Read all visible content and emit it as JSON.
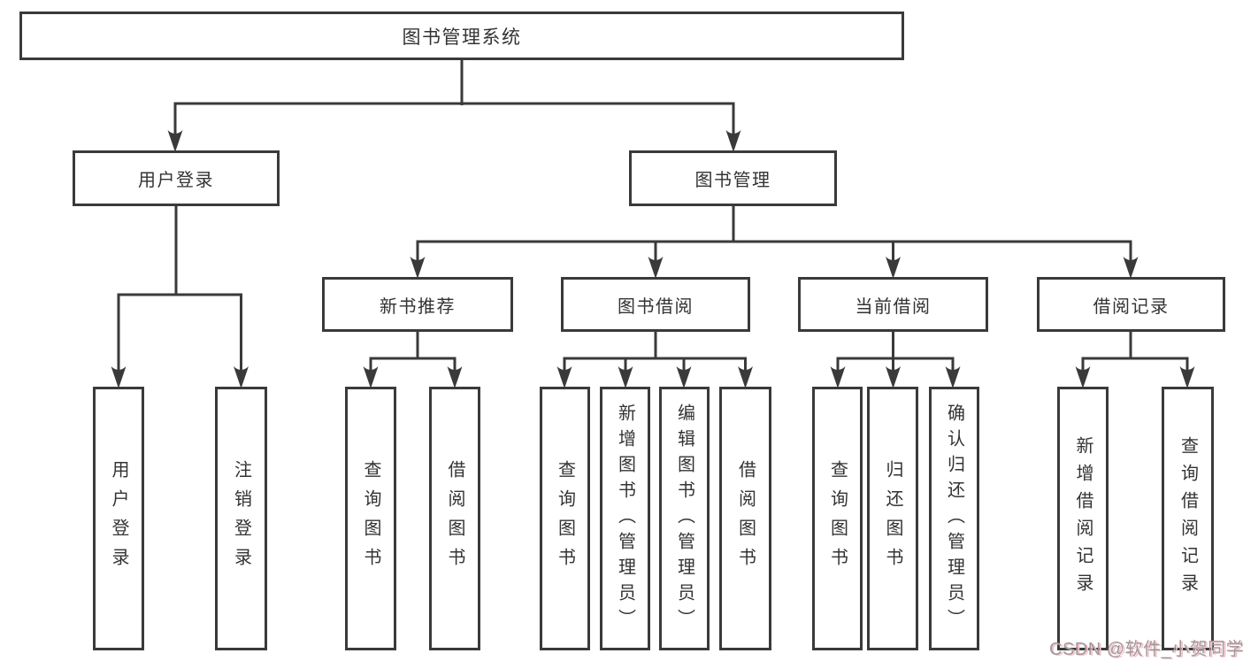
{
  "diagram": {
    "kind": "hierarchy-tree",
    "colors": {
      "line": "#3a3a3a",
      "box_border": "#3a3a3a",
      "box_background": "#ffffff",
      "text": "#333333",
      "watermark_text": "#9b9b9b",
      "watermark_shadow": "#fbbdc8"
    }
  },
  "tree": {
    "root": {
      "label": "图书管理系统"
    },
    "level1": [
      {
        "label": "用户登录",
        "children": [
          {
            "label": "用户登录"
          },
          {
            "label": "注销登录"
          }
        ]
      },
      {
        "label": "图书管理",
        "children": [
          {
            "label": "新书推荐",
            "children": [
              {
                "label": "查询图书"
              },
              {
                "label": "借阅图书"
              }
            ]
          },
          {
            "label": "图书借阅",
            "children": [
              {
                "label": "查询图书"
              },
              {
                "label": "新增图书（管理员）"
              },
              {
                "label": "编辑图书（管理员）"
              },
              {
                "label": "借阅图书"
              }
            ]
          },
          {
            "label": "当前借阅",
            "children": [
              {
                "label": "查询图书"
              },
              {
                "label": "归还图书"
              },
              {
                "label": "确认归还（管理员）"
              }
            ]
          },
          {
            "label": "借阅记录",
            "children": [
              {
                "label": "新增借阅记录"
              },
              {
                "label": "查询借阅记录"
              }
            ]
          }
        ]
      }
    ]
  },
  "watermark": {
    "text": "CSDN @软件_小贺同学"
  }
}
